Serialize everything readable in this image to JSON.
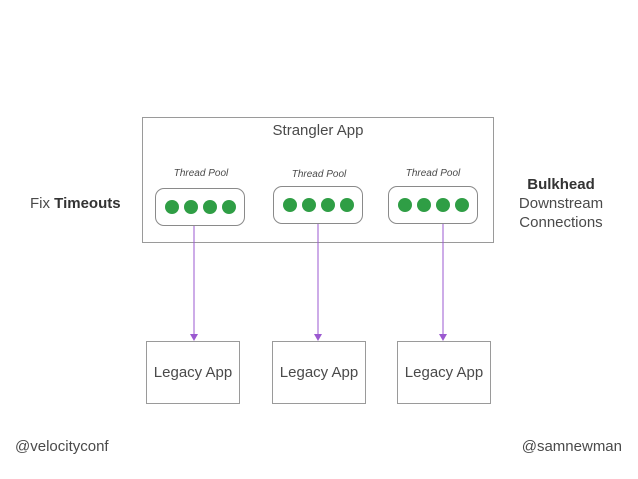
{
  "strangler": {
    "title": "Strangler App",
    "pools": [
      {
        "label": "Thread Pool",
        "threads": 4
      },
      {
        "label": "Thread Pool",
        "threads": 4
      },
      {
        "label": "Thread Pool",
        "threads": 4
      }
    ]
  },
  "legacy_apps": [
    {
      "label": "Legacy App"
    },
    {
      "label": "Legacy App"
    },
    {
      "label": "Legacy App"
    }
  ],
  "left_note": {
    "prefix": "Fix",
    "emphasis": "Timeouts"
  },
  "right_note": {
    "emphasis": "Bulkhead",
    "line2": "Downstream",
    "line3": "Connections"
  },
  "footer": {
    "left_handle": "@velocityconf",
    "right_handle": "@samnewman"
  },
  "colors": {
    "thread": "#2f9e45",
    "arrow": "#9b59d0"
  }
}
